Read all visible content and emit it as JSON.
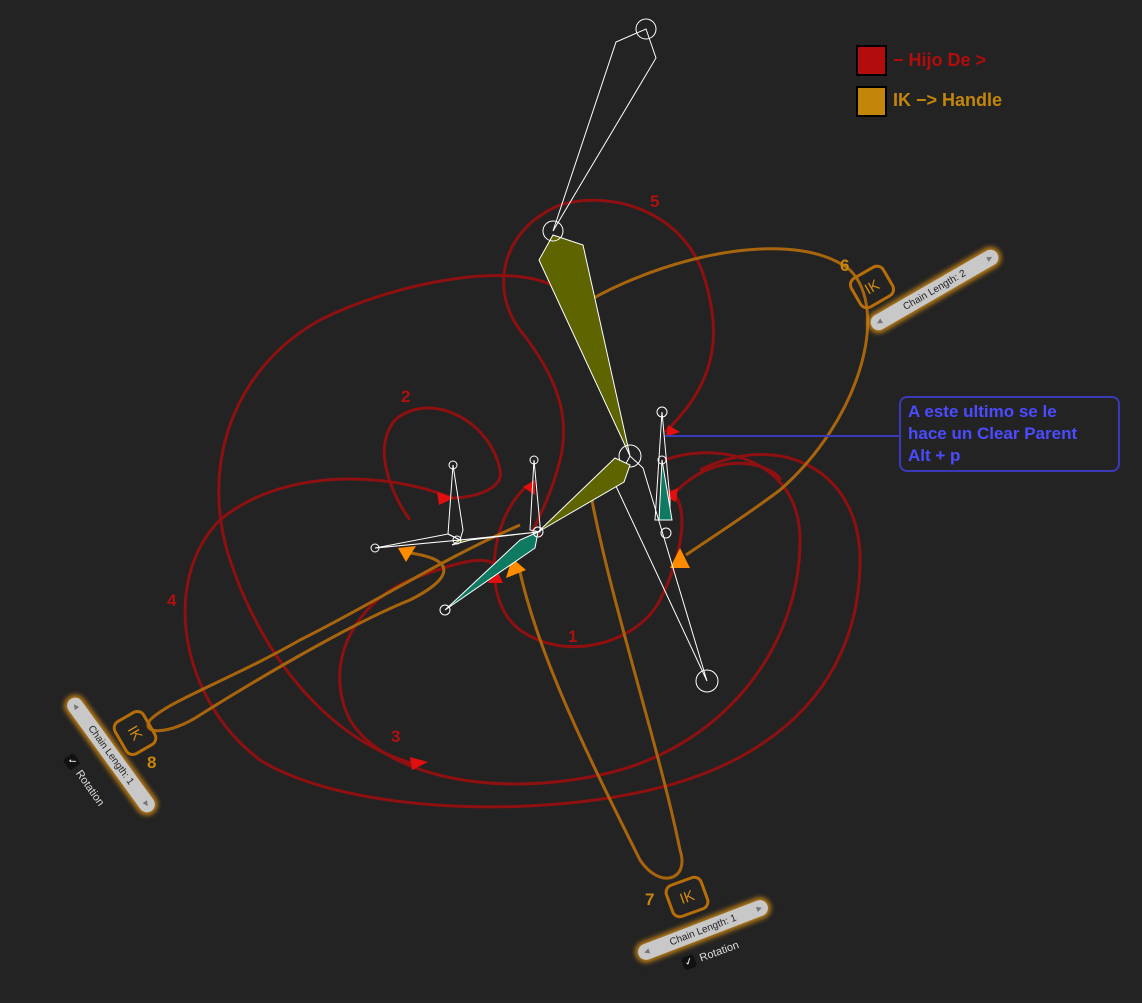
{
  "legend": [
    {
      "label": "− Hijo De >",
      "color": "#b30c0c"
    },
    {
      "label": "IK −> Handle",
      "color": "#c4860a"
    }
  ],
  "note": {
    "lines": [
      "A este ultimo se le",
      "hace un Clear Parent",
      "Alt + p"
    ],
    "color": "#4b4bff"
  },
  "red_labels": [
    "1",
    "2",
    "3",
    "4",
    "5"
  ],
  "orange_labels": [
    "6",
    "7",
    "8"
  ],
  "ik_constraints": [
    {
      "id": "6",
      "badge": "IK",
      "chain": "Chain Length: 2"
    },
    {
      "id": "7",
      "badge": "IK",
      "chain": "Chain Length: 1",
      "option": "Rotation",
      "checked": true
    },
    {
      "id": "8",
      "badge": "IK",
      "chain": "Chain Length: 1",
      "option": "Rotation",
      "checked": true
    }
  ],
  "colors": {
    "red": "#8e1010",
    "orange": "#a8650e",
    "olive": "#5e6400",
    "teal": "#0e7a62"
  }
}
